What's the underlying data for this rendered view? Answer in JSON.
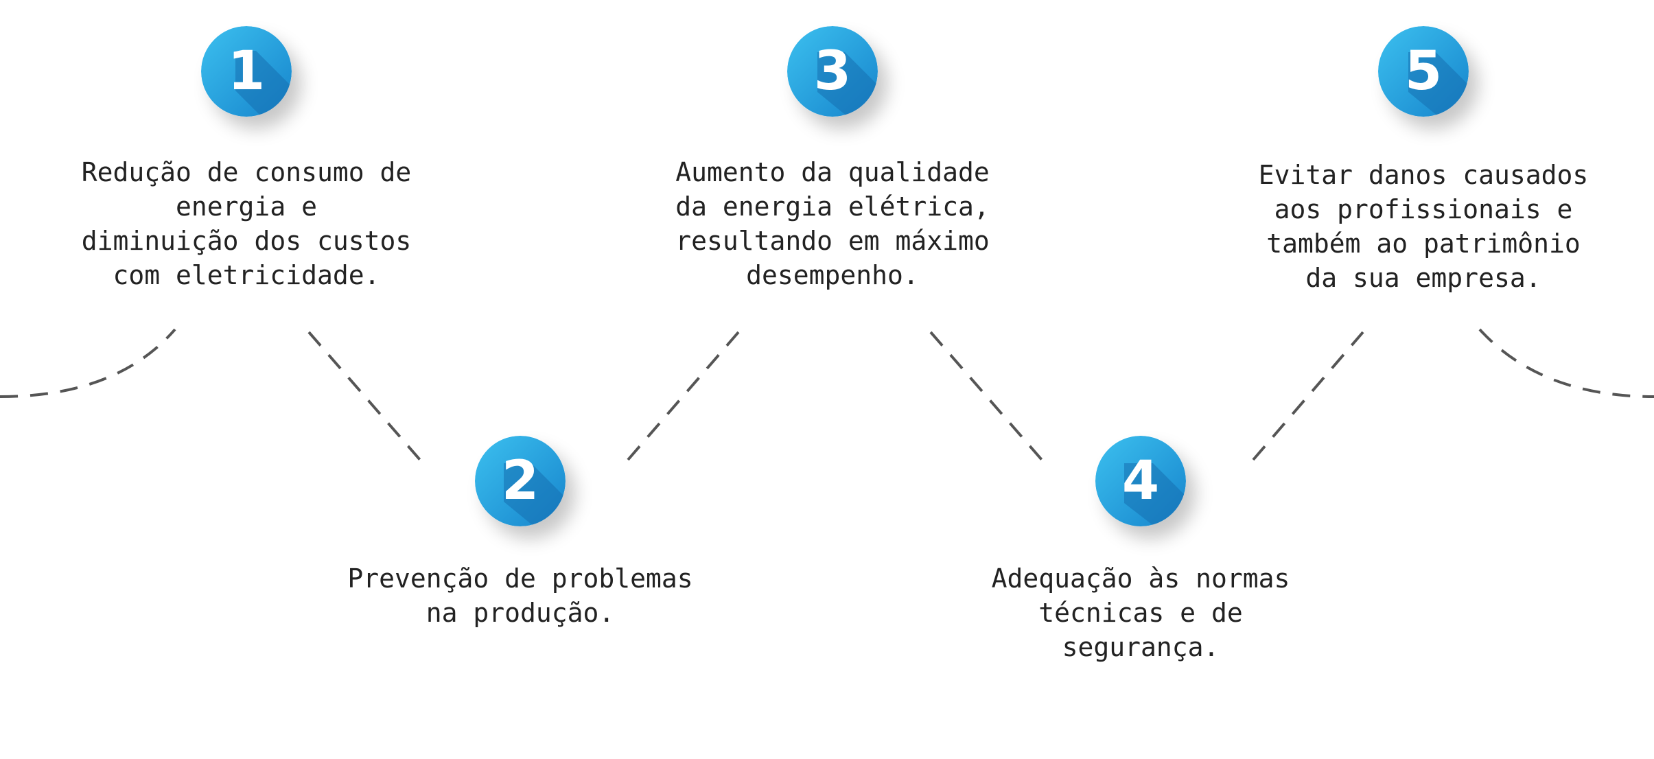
{
  "colors": {
    "badge_light": "#3cc0ef",
    "badge_dark": "#1684cc",
    "badge_shadow": "#1570b0",
    "connector": "#555555",
    "text": "#222222"
  },
  "steps": [
    {
      "number": "1",
      "text": "Redução de consumo de\nenergia e\ndiminuição dos custos\ncom eletricidade."
    },
    {
      "number": "2",
      "text": "Prevenção de problemas\nna produção."
    },
    {
      "number": "3",
      "text": "Aumento da qualidade\nda energia elétrica,\nresultando em máximo\ndesempenho."
    },
    {
      "number": "4",
      "text": "Adequação às normas\ntécnicas e de\nsegurança."
    },
    {
      "number": "5",
      "text": "Evitar danos causados\naos profissionais e\ntambém ao patrimônio\nda sua empresa."
    }
  ]
}
